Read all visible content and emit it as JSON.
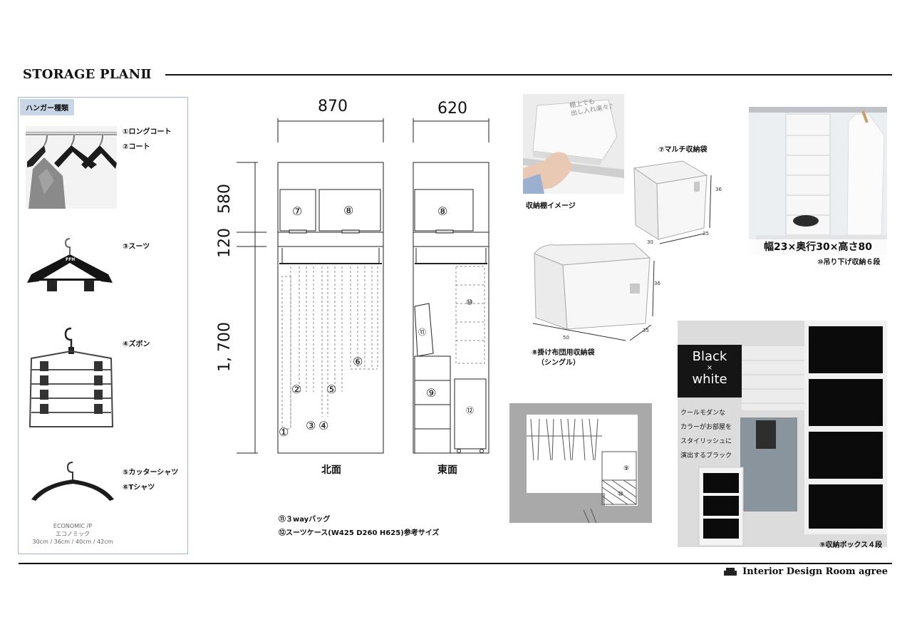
{
  "header": {
    "title": "STORAGE PLANⅡ"
  },
  "footer": {
    "brand": "Interior Design Room agree"
  },
  "hangers": {
    "tag": "ハンガー種類",
    "items": [
      {
        "labels": [
          "①ロングコート",
          "②コート"
        ]
      },
      {
        "labels": [
          "③スーツ"
        ]
      },
      {
        "labels": [
          "④ズボン"
        ]
      },
      {
        "labels": [
          "⑤カッターシャツ",
          "⑥Tシャツ"
        ]
      }
    ],
    "suit_brand": "FFH",
    "economic": {
      "line1": "ECONOMIC /P",
      "line2": "エコノミック",
      "line3": "30cm / 36cm / 40cm / 42cm"
    }
  },
  "elevations": {
    "north": {
      "width": "870",
      "label": "北面"
    },
    "east": {
      "width": "620",
      "label": "東面"
    },
    "heights": [
      "580",
      "120",
      "1, 700"
    ],
    "markers": {
      "m1": "①",
      "m2": "②",
      "m3": "③",
      "m4": "④",
      "m5": "⑤",
      "m6": "⑥",
      "m7": "⑦",
      "m8": "⑧",
      "m9": "⑨",
      "m10": "⑩",
      "m11": "⑪",
      "m12": "⑫"
    }
  },
  "notes": [
    "⑪３wayバッグ",
    "⑫スーツケース(W425 D260 H625)参考サイズ"
  ],
  "products": {
    "shelf_image": {
      "caption": "収納棚イメージ",
      "overlay": "棚上でも\n出し入れ楽々♪"
    },
    "multi_bag": {
      "caption": "⑦マルチ収納袋",
      "dims": [
        "36",
        "30",
        "35"
      ]
    },
    "futon_bag": {
      "caption1": "⑧掛け布団用収納袋",
      "caption2": "（シングル）",
      "dims": [
        "36",
        "50",
        "35"
      ]
    },
    "hanging": {
      "caption": "⑩吊り下げ収納６段",
      "banner": "幅23×奥行30×高さ80"
    },
    "box": {
      "caption": "⑨収納ボックス４段",
      "black": "Black",
      "times": "×",
      "white": "white",
      "copy": [
        "クールモダンな",
        "カラーがお部屋を",
        "スタイリッシュに",
        "演出するブラック"
      ]
    }
  },
  "plan": {
    "m9": "⑨",
    "m10": "⑩"
  }
}
